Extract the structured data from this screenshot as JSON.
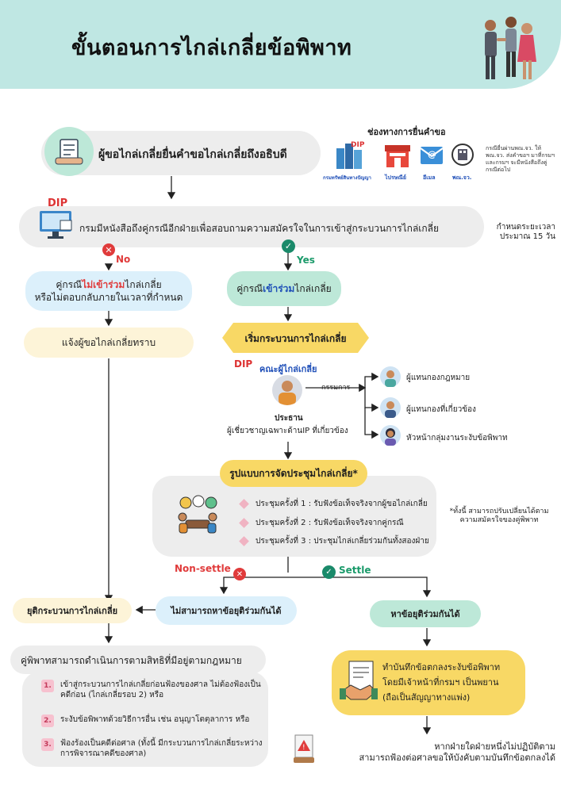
{
  "title": "ขั้นตอนการไกล่เกลี่ยข้อพิพาท",
  "step1": "ผู้ขอไกล่เกลี่ยยื่นคำขอไกล่เกลี่ยถึงอธิบดี",
  "channels": {
    "heading": "ช่องทางการยื่นคำขอ",
    "items": [
      "กรมทรัพย์สินทางปัญญา",
      "ไปรษณีย์",
      "อีเมล",
      "พณ.จว."
    ],
    "note": "กรณียื่นผ่านพณ.จว. ให้พณ.จว. ส่งคำขอฯ มาที่กรมฯ และกรมฯ จะมีหนังสือถึงคู่กรณีต่อไป"
  },
  "step2": "กรมมีหนังสือถึงคู่กรณีอีกฝ่ายเพื่อสอบถามความสมัครใจในการเข้าสู่กระบวนการไกล่เกลี่ย",
  "timeframe": {
    "line1": "กำหนดระยะเวลา",
    "line2": "ประมาณ 15 วัน"
  },
  "no_label": "No",
  "yes_label": "Yes",
  "no_box": {
    "pre": "คู่กรณี",
    "emph": "ไม่เข้าร่วม",
    "post": "ไกล่เกลี่ย",
    "line2": "หรือไม่ตอบกลับภายในเวลาที่กำหนด"
  },
  "notify": "แจ้งผู้ขอไกล่เกลี่ยทราบ",
  "yes_box": {
    "pre": "คู่กรณี",
    "emph": "เข้าร่วม",
    "post": "ไกล่เกลี่ย"
  },
  "start_process": "เริ่มกระบวนการไกล่เกลี่ย",
  "committee": {
    "title": "คณะผู้ไกล่เกลี่ย",
    "members_label": "กรรมการ",
    "chair": "ประธาน",
    "chair_desc": "ผู้เชี่ยวชาญเฉพาะด้านIP ที่เกี่ยวข้อง",
    "members": [
      "ผู้แทนกองกฎหมาย",
      "ผู้แทนกองที่เกี่ยวข้อง",
      "หัวหน้ากลุ่มงานระงับข้อพิพาท"
    ]
  },
  "meeting": {
    "title": "รูปแบบการจัดประชุมไกล่เกลี่ย*",
    "items": [
      "ประชุมครั้งที่ 1 : รับฟังข้อเท็จจริงจากผู้ขอไกล่เกลี่ย",
      "ประชุมครั้งที่ 2 : รับฟังข้อเท็จจริงจากคู่กรณี",
      "ประชุมครั้งที่ 3 : ประชุมไกล่เกลี่ยร่วมกันทั้งสองฝ่าย"
    ],
    "note": "*ทั้งนี้ สามารถปรับเปลี่ยนได้ตามความสมัครใจของคู่พิพาท"
  },
  "nonsettle_label": "Non-settle",
  "settle_label": "Settle",
  "no_agreement": "ไม่สามารถหาข้อยุติร่วมกันได้",
  "end_process": "ยุติกระบวนการไกล่เกลี่ย",
  "agreement": "หาข้อยุติร่วมกันได้",
  "rights": {
    "title": "คู่พิพาทสามารถดำเนินการตามสิทธิที่มีอยู่ตามกฎหมาย",
    "items": [
      {
        "num": "1.",
        "text": "เข้าสู่กระบวนการไกล่เกลี่ยก่อนฟ้องของศาล ไม่ต้องฟ้องเป็นคดีก่อน (ไกล่เกลี่ยรอบ 2) หรือ"
      },
      {
        "num": "2.",
        "text": "ระงับข้อพิพาทด้วยวิธีการอื่น เช่น อนุญาโตตุลาการ หรือ"
      },
      {
        "num": "3.",
        "text": "ฟ้องร้องเป็นคดีต่อศาล (ทั้งนี้ มีกระบวนการไกล่เกลี่ยระหว่างการพิจารณาคดีของศาล)"
      }
    ]
  },
  "record": {
    "line1": "ทำบันทึกข้อตกลงระงับข้อพิพาท",
    "line2": "โดยมีเจ้าหน้าที่กรมฯ เป็นพยาน",
    "line3": "(ถือเป็นสัญญาทางแพ่ง)"
  },
  "final": {
    "line1": "หากฝ่ายใดฝ่ายหนึ่งไม่ปฏิบัติตาม",
    "line2": "สามารถฟ้องต่อศาลขอให้บังคับตามบันทึกข้อตกลงได้"
  },
  "logo_text": "DIP",
  "colors": {
    "header": "#bfe7e3",
    "green": "#bde8d8",
    "grey": "#ededed",
    "yellow": "#f8d865",
    "cream": "#fdf4d8",
    "lightblue": "#dcf0fb",
    "red": "#e03b3b",
    "teal": "#1a9a6a"
  }
}
